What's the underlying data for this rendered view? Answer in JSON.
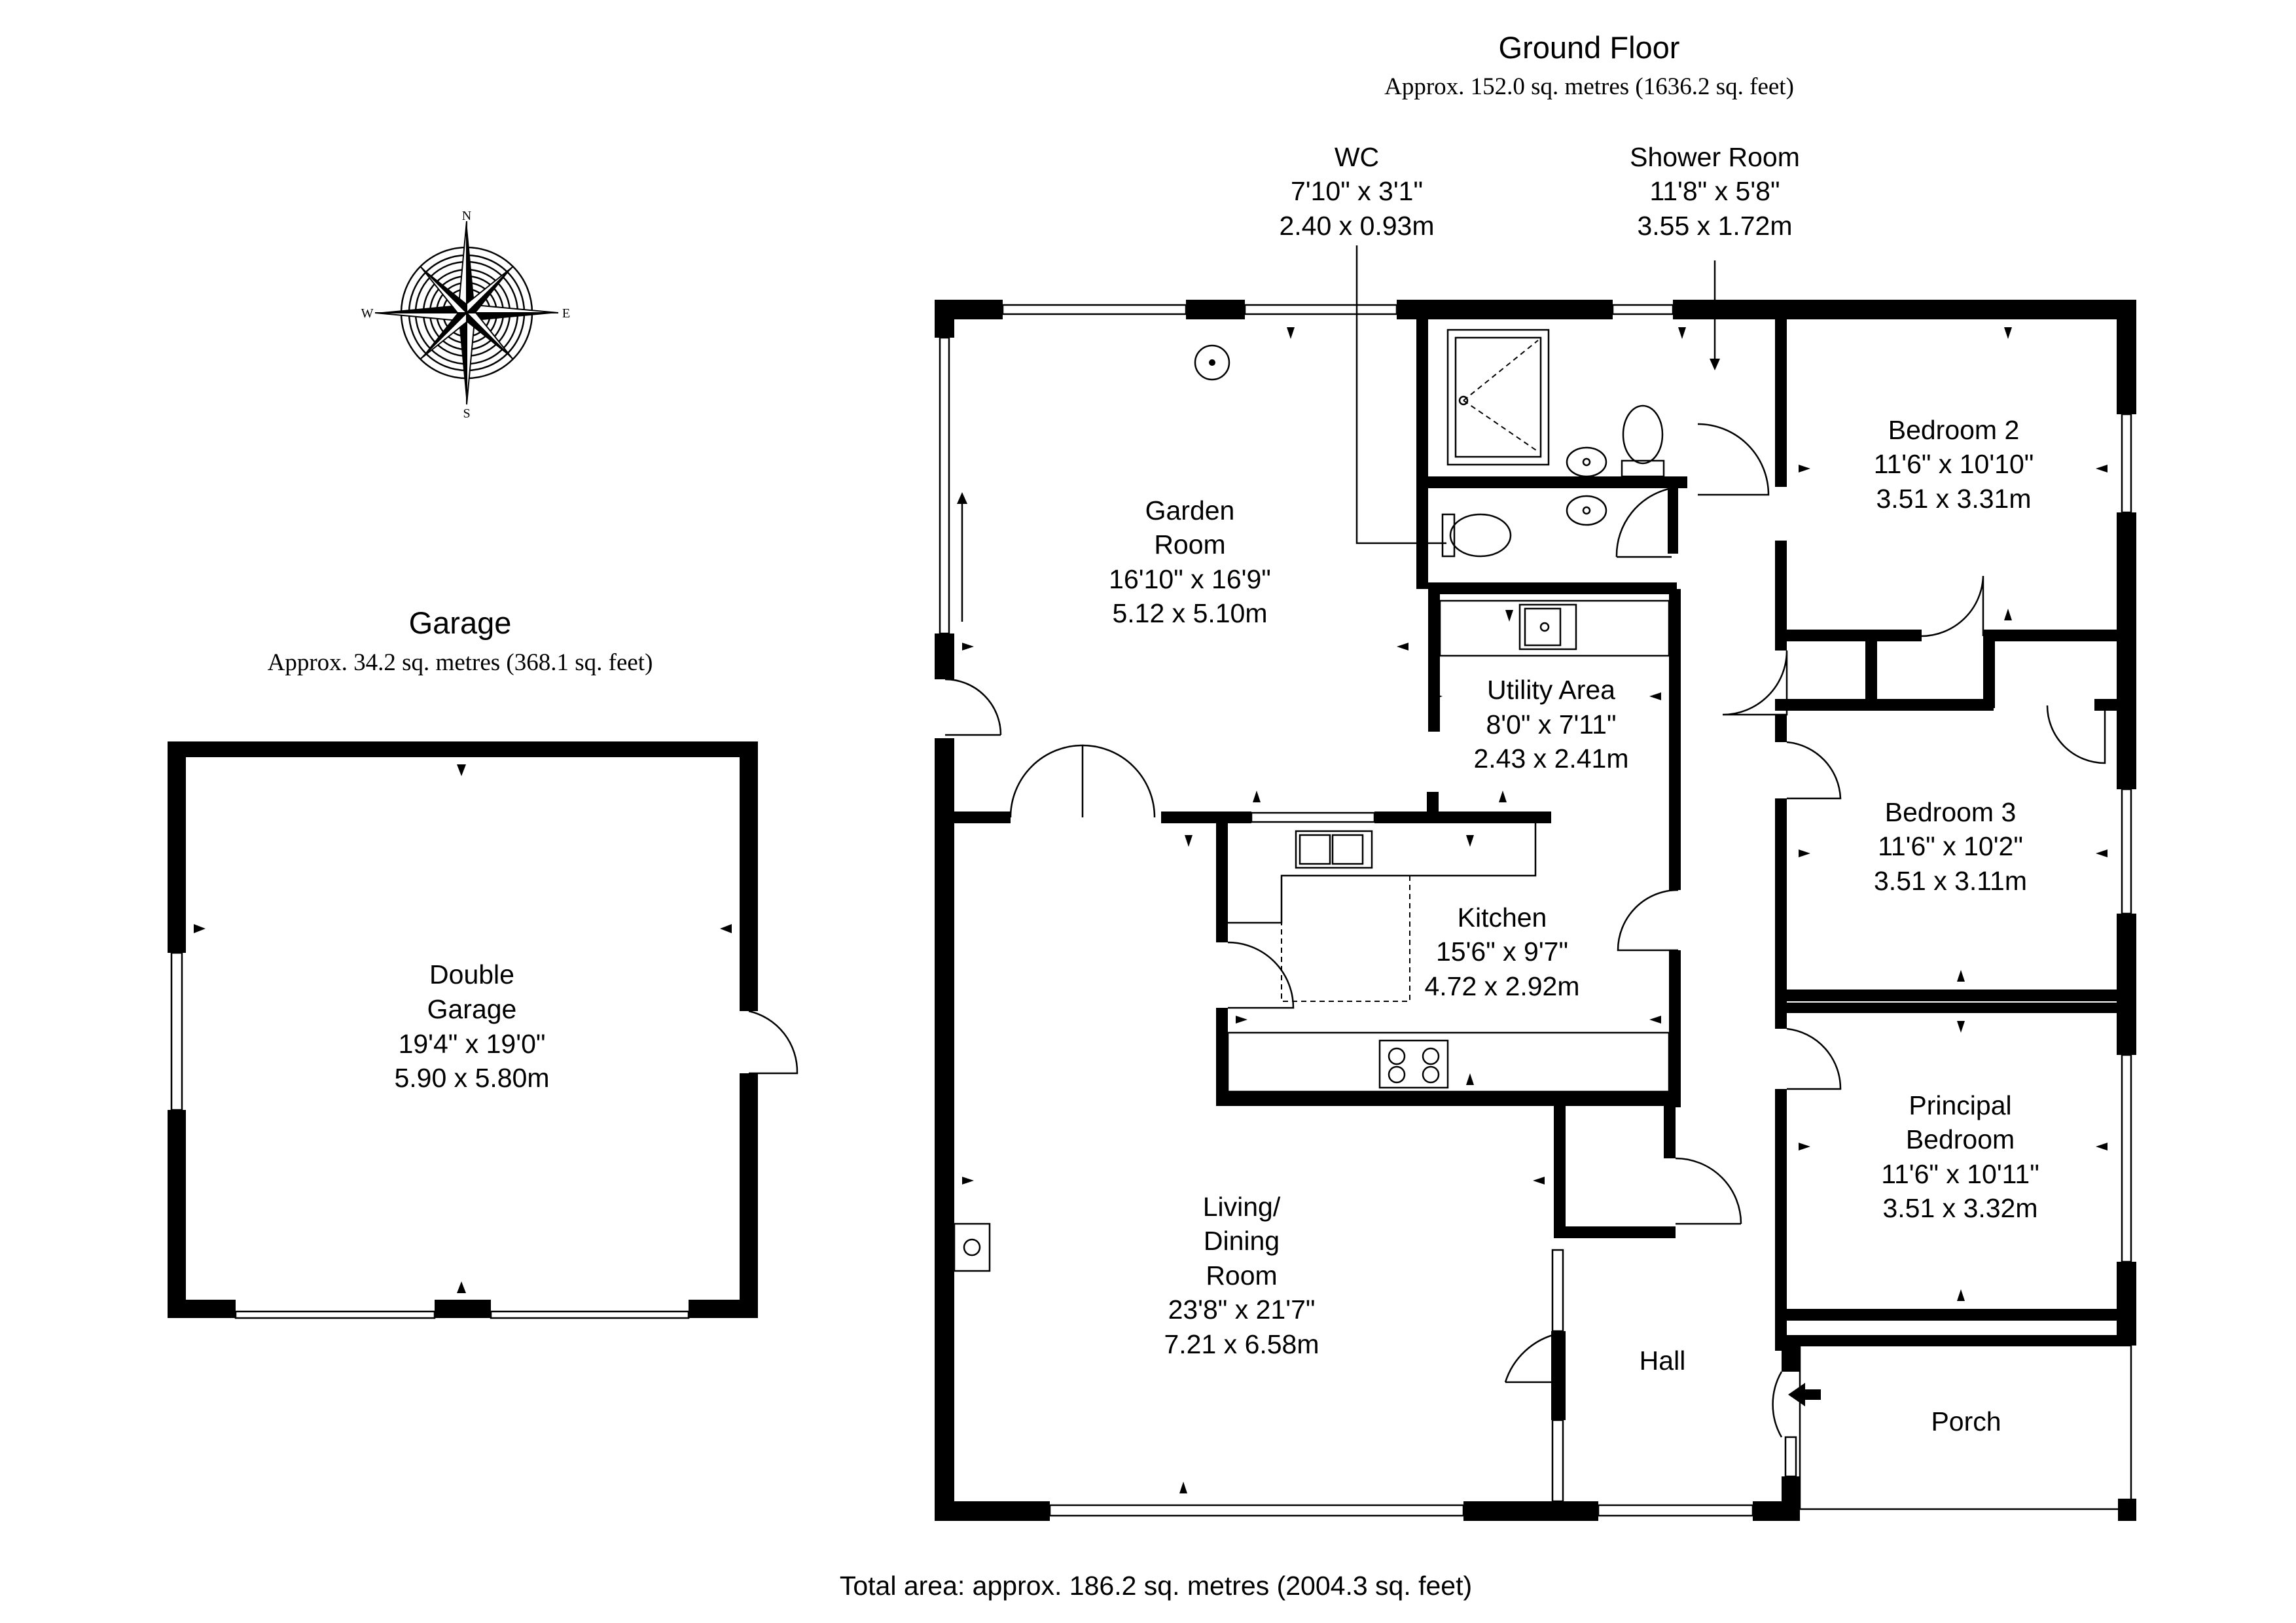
{
  "ground_floor": {
    "title": "Ground Floor",
    "area": "Approx. 152.0 sq. metres (1636.2 sq. feet)"
  },
  "garage_section": {
    "title": "Garage",
    "area": "Approx. 34.2 sq. metres (368.1 sq. feet)"
  },
  "total_area": "Total area: approx. 186.2 sq. metres (2004.3 sq. feet)",
  "compass": {
    "n": "N",
    "e": "E",
    "s": "S",
    "w": "W"
  },
  "rooms": {
    "wc": {
      "line1": "WC",
      "line2": "7'10\" x 3'1\"",
      "line3": "2.40 x 0.93m"
    },
    "shower": {
      "line1": "Shower Room",
      "line2": "11'8\" x 5'8\"",
      "line3": "3.55 x 1.72m"
    },
    "garden": {
      "line1": "Garden",
      "line2": "Room",
      "line3": "16'10\" x 16'9\"",
      "line4": "5.12 x 5.10m"
    },
    "bedroom2": {
      "line1": "Bedroom 2",
      "line2": "11'6\" x 10'10\"",
      "line3": "3.51 x 3.31m"
    },
    "utility": {
      "line1": "Utility Area",
      "line2": "8'0\" x 7'11\"",
      "line3": "2.43 x 2.41m"
    },
    "bedroom3": {
      "line1": "Bedroom 3",
      "line2": "11'6\" x 10'2\"",
      "line3": "3.51 x 3.11m"
    },
    "kitchen": {
      "line1": "Kitchen",
      "line2": "15'6\" x 9'7\"",
      "line3": "4.72 x 2.92m"
    },
    "principal": {
      "line1": "Principal",
      "line2": "Bedroom",
      "line3": "11'6\" x 10'11\"",
      "line4": "3.51 x 3.32m"
    },
    "living": {
      "line1": "Living/",
      "line2": "Dining",
      "line3": "Room",
      "line4": "23'8\" x 21'7\"",
      "line5": "7.21 x 6.58m"
    },
    "hall": {
      "line1": "Hall"
    },
    "porch": {
      "line1": "Porch"
    },
    "garage": {
      "line1": "Double",
      "line2": "Garage",
      "line3": "19'4\" x 19'0\"",
      "line4": "5.90 x 5.80m"
    }
  }
}
